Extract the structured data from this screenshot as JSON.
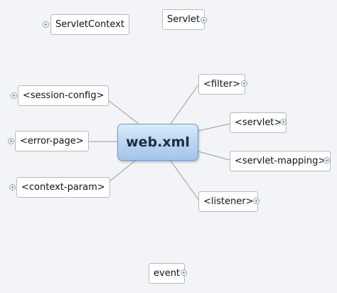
{
  "central_topic": "web.xml",
  "right_branches": {
    "filter": "<filter>",
    "servlet": "<servlet>",
    "servlet_mapping": "<servlet-mapping>",
    "listener": "<listener>"
  },
  "left_branches": {
    "session_config": "<session-config>",
    "error_page": "<error-page>",
    "context_param": "<context-param>"
  },
  "floating_topics": {
    "servlet_context": "ServletContext",
    "servlet": "Servlet",
    "event": "event"
  },
  "expand_glyph": "+",
  "colors": {
    "background": "#f3f4f7",
    "central_fill": "#b8d4f1",
    "central_border": "#6f9cc9",
    "connector": "#9a9a9a",
    "node_border": "#b9b9b9"
  }
}
